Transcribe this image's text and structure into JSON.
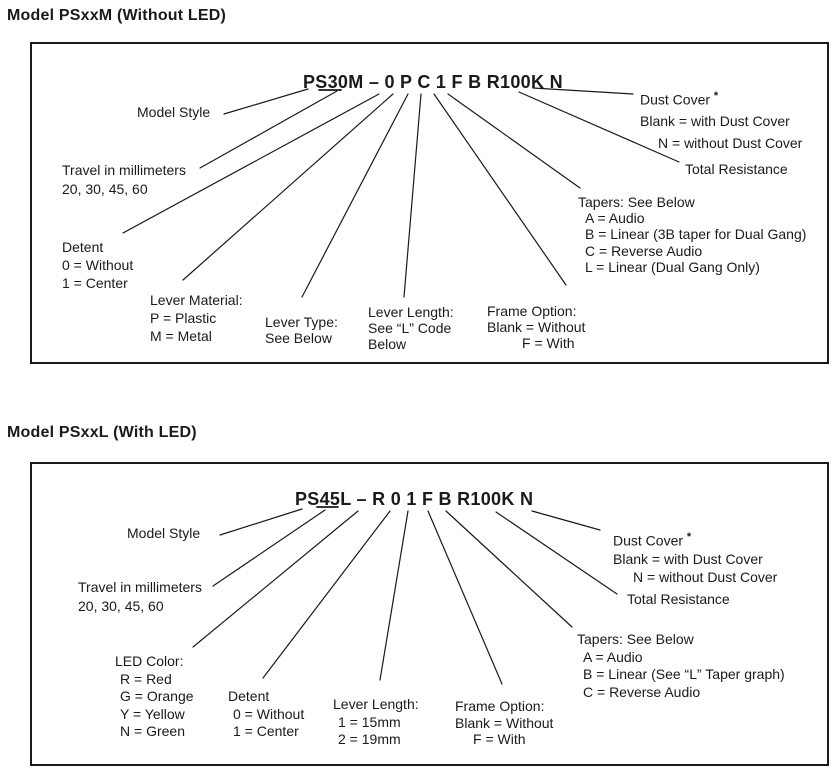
{
  "colors": {
    "text": "#1a1a1a",
    "background": "#ffffff",
    "line": "#1a1a1a"
  },
  "sections": [
    {
      "heading": "Model PSxxM (Without LED)",
      "part_number": "PS30M – 0 P C 1 F B R100K N",
      "callouts": {
        "model_style": {
          "lines": [
            "Model Style"
          ]
        },
        "travel": {
          "lines": [
            "Travel in millimeters",
            "20, 30, 45, 60"
          ]
        },
        "detent": {
          "lines": [
            "Detent",
            "0 = Without",
            "1 = Center"
          ]
        },
        "lever_material": {
          "lines": [
            "Lever Material:",
            "P = Plastic",
            "M = Metal"
          ]
        },
        "lever_type": {
          "lines": [
            "Lever Type:",
            "See Below"
          ]
        },
        "lever_length": {
          "lines": [
            "Lever Length:",
            "See “L” Code",
            "Below"
          ]
        },
        "frame_option": {
          "lines": [
            "Frame Option:",
            "Blank = Without",
            "F = With"
          ]
        },
        "tapers": {
          "lines": [
            "Tapers: See Below",
            "A = Audio",
            "B = Linear (3B taper for Dual Gang)",
            "C = Reverse Audio",
            "L = Linear (Dual Gang Only)"
          ]
        },
        "total_resistance": {
          "lines": [
            "Total Resistance"
          ]
        },
        "dust_cover": {
          "title": "Dust Cover",
          "star": "*",
          "lines": [
            "Blank = with Dust Cover",
            "N = without Dust Cover"
          ]
        }
      }
    },
    {
      "heading": "Model PSxxL (With LED)",
      "part_number": "PS45L – R 0 1 F B R100K N",
      "callouts": {
        "model_style": {
          "lines": [
            "Model Style"
          ]
        },
        "travel": {
          "lines": [
            "Travel in millimeters",
            "20, 30, 45, 60"
          ]
        },
        "led_color": {
          "lines": [
            "LED Color:",
            "R = Red",
            "G = Orange",
            "Y = Yellow",
            "N = Green"
          ]
        },
        "detent": {
          "lines": [
            "Detent",
            "0 = Without",
            "1 = Center"
          ]
        },
        "lever_length": {
          "lines": [
            "Lever Length:",
            "1 = 15mm",
            "2 = 19mm"
          ]
        },
        "frame_option": {
          "lines": [
            "Frame Option:",
            "Blank = Without",
            "F = With"
          ]
        },
        "tapers": {
          "lines": [
            "Tapers: See Below",
            "A = Audio",
            "B = Linear (See “L” Taper graph)",
            "C = Reverse Audio"
          ]
        },
        "total_resistance": {
          "lines": [
            "Total Resistance"
          ]
        },
        "dust_cover": {
          "title": "Dust Cover",
          "star": "*",
          "lines": [
            "Blank = with Dust Cover",
            "N = without Dust Cover"
          ]
        }
      }
    }
  ]
}
